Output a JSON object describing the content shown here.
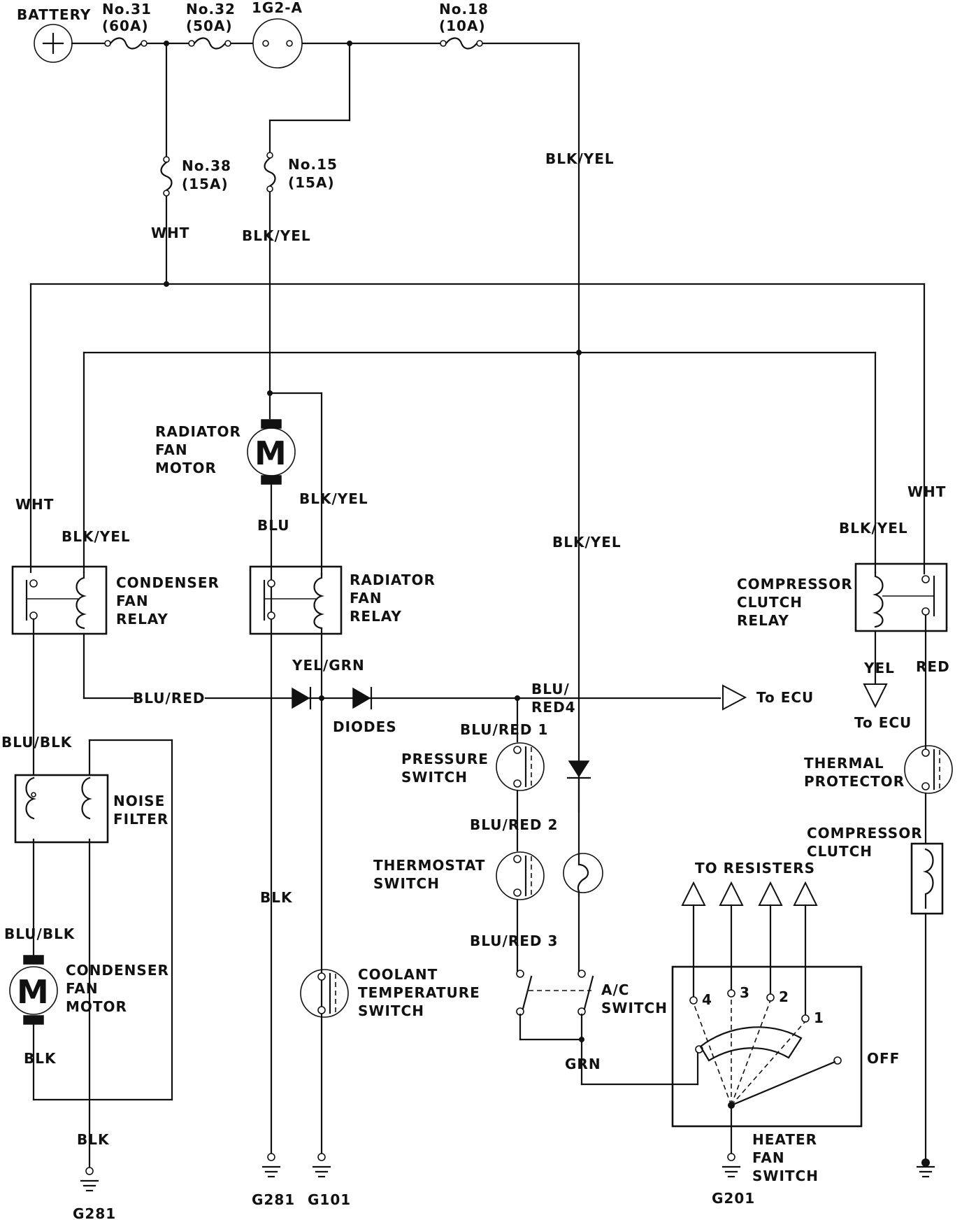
{
  "labels": {
    "battery": "BATTERY",
    "fuse31": "No.31",
    "fuse31_rating": "(60A)",
    "fuse32": "No.32",
    "fuse32_rating": "(50A)",
    "fuse_1g2a": "1G2-A",
    "fuse18": "No.18",
    "fuse18_rating": "(10A)",
    "fuse38": "No.38",
    "fuse38_rating": "(15A)",
    "fuse15": "No.15",
    "fuse15_rating": "(15A)",
    "wire_wht_1": "WHT",
    "wire_blkyel_1": "BLK/YEL",
    "wire_blkyel_2": "BLK/YEL",
    "wire_wht_2": "WHT",
    "wire_blkyel_3": "BLK/YEL",
    "wire_blkyel_4": "BLK/YEL",
    "wire_blkyel_5": "BLK/YEL",
    "wire_wht_3": "WHT",
    "wire_blkyel_6": "BLK/YEL",
    "wire_blu": "BLU",
    "radiator_fan_motor_1": "RADIATOR",
    "radiator_fan_motor_2": "FAN",
    "radiator_fan_motor_3": "MOTOR",
    "motor_letter": "M",
    "condenser_fan_relay_1": "CONDENSER",
    "condenser_fan_relay_2": "FAN",
    "condenser_fan_relay_3": "RELAY",
    "radiator_fan_relay_1": "RADIATOR",
    "radiator_fan_relay_2": "FAN",
    "radiator_fan_relay_3": "RELAY",
    "compressor_clutch_relay_1": "COMPRESSOR",
    "compressor_clutch_relay_2": "CLUTCH",
    "compressor_clutch_relay_3": "RELAY",
    "wire_yelgrn": "YEL/GRN",
    "wire_blured": "BLU/RED",
    "wire_blu_red4_1": "BLU/",
    "wire_blu_red4_2": "RED4",
    "to_ecu_1": "To ECU",
    "wire_yel": "YEL",
    "wire_red": "RED",
    "to_ecu_2": "To ECU",
    "diodes": "DIODES",
    "wire_blublk_1": "BLU/BLK",
    "wire_blured1": "BLU/RED 1",
    "pressure_switch_1": "PRESSURE",
    "pressure_switch_2": "SWITCH",
    "thermal_protector_1": "THERMAL",
    "thermal_protector_2": "PROTECTOR",
    "noise_filter_1": "NOISE",
    "noise_filter_2": "FILTER",
    "wire_blured2": "BLU/RED 2",
    "compressor_clutch_1": "COMPRESSOR",
    "compressor_clutch_2": "CLUTCH",
    "thermostat_switch_1": "THERMOSTAT",
    "thermostat_switch_2": "SWITCH",
    "to_resisters": "TO RESISTERS",
    "wire_blk_1": "BLK",
    "wire_blublk_2": "BLU/BLK",
    "wire_blured3": "BLU/RED 3",
    "condenser_fan_motor_1": "CONDENSER",
    "condenser_fan_motor_2": "FAN",
    "condenser_fan_motor_3": "MOTOR",
    "coolant_switch_1": "COOLANT",
    "coolant_switch_2": "TEMPERATURE",
    "coolant_switch_3": "SWITCH",
    "ac_switch_1": "A/C",
    "ac_switch_2": "SWITCH",
    "pos4": "4",
    "pos3": "3",
    "pos2": "2",
    "pos1": "1",
    "off": "OFF",
    "wire_blk_2": "BLK",
    "wire_grn": "GRN",
    "wire_blk_3": "BLK",
    "heater_fan_switch_1": "HEATER",
    "heater_fan_switch_2": "FAN",
    "heater_fan_switch_3": "SWITCH",
    "g281_a": "G281",
    "g281_b": "G281",
    "g101": "G101",
    "g201": "G201"
  }
}
